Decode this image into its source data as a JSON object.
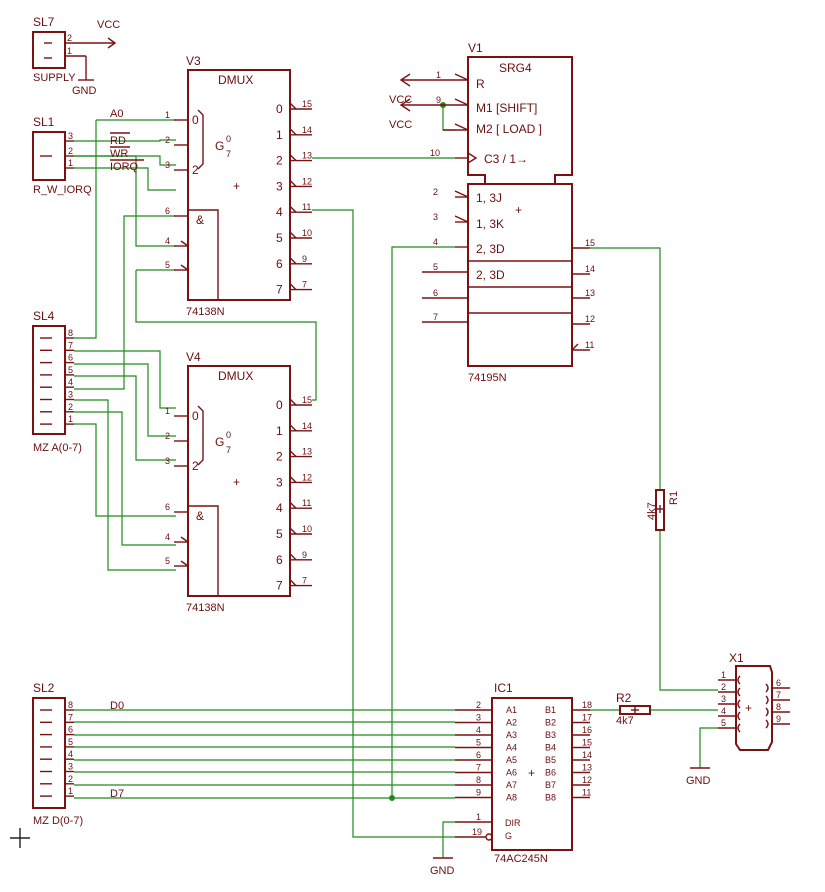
{
  "sl7": {
    "name": "SL7",
    "label": "SUPPLY",
    "pins": [
      "2",
      "1"
    ],
    "vcc": "VCC",
    "gnd": "GND"
  },
  "sl1": {
    "name": "SL1",
    "label": "R_W_IORQ",
    "pins": [
      "3",
      "2",
      "1"
    ]
  },
  "sl4": {
    "name": "SL4",
    "label": "MZ A(0-7)",
    "pins": [
      "8",
      "7",
      "6",
      "5",
      "4",
      "3",
      "2",
      "1"
    ]
  },
  "sl2": {
    "name": "SL2",
    "label": "MZ D(0-7)",
    "pins": [
      "8",
      "7",
      "6",
      "5",
      "4",
      "3",
      "2",
      "1"
    ]
  },
  "v3": {
    "name": "V3",
    "title": "DMUX",
    "part": "74138N",
    "g0": "0",
    "g7": "7",
    "gsym": "G",
    "in_nums": [
      "1",
      "2",
      "3"
    ],
    "in_bits": [
      "0",
      "",
      "2"
    ],
    "en_nums": [
      "6",
      "4",
      "5"
    ],
    "out_labels": [
      "0",
      "1",
      "2",
      "3",
      "4",
      "5",
      "6",
      "7"
    ],
    "out_nums": [
      "15",
      "14",
      "13",
      "12",
      "11",
      "10",
      "9",
      "7"
    ]
  },
  "v4": {
    "name": "V4",
    "title": "DMUX",
    "part": "74138N",
    "g0": "0",
    "g7": "7",
    "gsym": "G",
    "in_nums": [
      "1",
      "2",
      "3"
    ],
    "in_bits": [
      "0",
      "",
      "2"
    ],
    "en_nums": [
      "6",
      "4",
      "5"
    ],
    "out_labels": [
      "0",
      "1",
      "2",
      "3",
      "4",
      "5",
      "6",
      "7"
    ],
    "out_nums": [
      "15",
      "14",
      "13",
      "12",
      "11",
      "10",
      "9",
      "7"
    ]
  },
  "signals": {
    "a0": "A0",
    "rd": "RD",
    "wr": "WR",
    "iorq": "IORQ",
    "d0": "D0",
    "d7": "D7"
  },
  "and_sym": "&",
  "v1": {
    "name": "V1",
    "title": "SRG4",
    "part": "74195N",
    "r": "R",
    "m1": "M1 [SHIFT]",
    "m2": "M2 [ LOAD ]",
    "c3": "C3 / 1→",
    "j": "1, 3J",
    "k": "1, 3K",
    "d1": "2, 3D",
    "d2": "2, 3D",
    "vcc1": "VCC",
    "vcc2": "VCC",
    "left_nums": [
      "1",
      "9",
      "10",
      "2",
      "3",
      "4",
      "5",
      "6",
      "7"
    ],
    "right_nums": [
      "15",
      "14",
      "13",
      "12",
      "11"
    ]
  },
  "ic1": {
    "name": "IC1",
    "part": "74AC245N",
    "a": [
      "A1",
      "A2",
      "A3",
      "A4",
      "A5",
      "A6",
      "A7",
      "A8"
    ],
    "b": [
      "B1",
      "B2",
      "B3",
      "B4",
      "B5",
      "B6",
      "B7",
      "B8"
    ],
    "a_nums": [
      "2",
      "3",
      "4",
      "5",
      "6",
      "7",
      "8",
      "9"
    ],
    "b_nums": [
      "18",
      "17",
      "16",
      "15",
      "14",
      "13",
      "12",
      "11"
    ],
    "dir": "DIR",
    "g": "G",
    "dir_num": "1",
    "g_num": "19",
    "gnd": "GND"
  },
  "r1": {
    "name": "R1",
    "value": "4k7"
  },
  "r2": {
    "name": "R2",
    "value": "4k7"
  },
  "x1": {
    "name": "X1",
    "left": [
      "1",
      "2",
      "3",
      "4",
      "5"
    ],
    "right": [
      "6",
      "7",
      "8",
      "9"
    ],
    "gnd": "GND"
  },
  "misc": {
    "plus": "+"
  }
}
